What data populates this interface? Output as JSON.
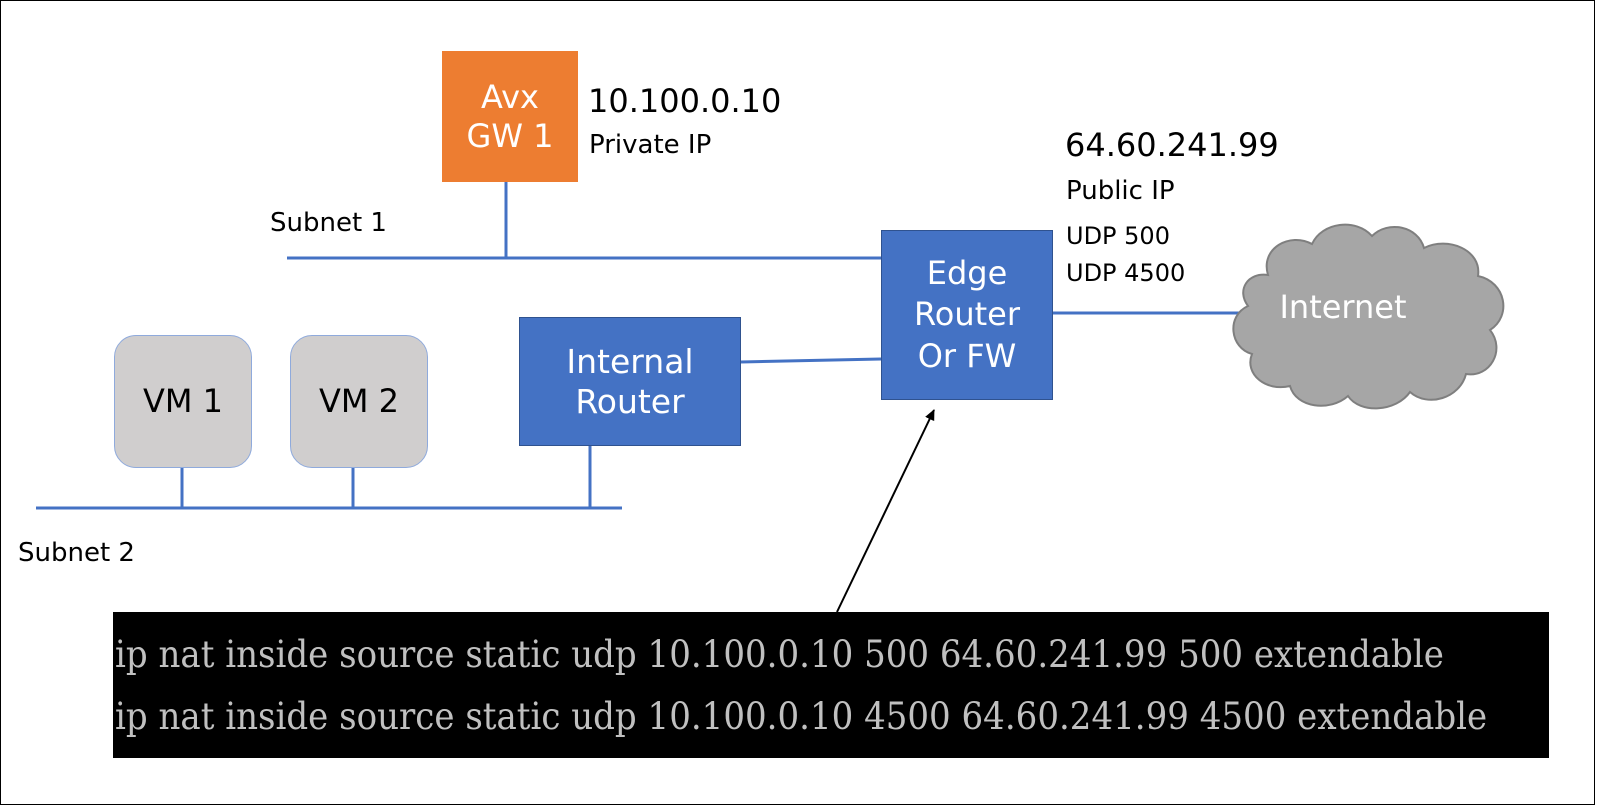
{
  "nodes": {
    "avx_gw": {
      "line1": "Avx",
      "line2": "GW 1"
    },
    "internal_router": {
      "line1": "Internal",
      "line2": "Router"
    },
    "edge_router": {
      "line1": "Edge",
      "line2": "Router",
      "line3": "Or FW"
    },
    "vm1": {
      "label": "VM 1"
    },
    "vm2": {
      "label": "VM 2"
    },
    "internet": {
      "label": "Internet"
    }
  },
  "labels": {
    "avx_ip": "10.100.0.10",
    "avx_ip_type": "Private IP",
    "edge_ip": "64.60.241.99",
    "edge_ip_type": "Public IP",
    "edge_port1": "UDP 500",
    "edge_port2": "UDP 4500",
    "subnet1": "Subnet 1",
    "subnet2": "Subnet 2"
  },
  "terminal": {
    "lines": [
      "ip nat inside source static udp 10.100.0.10 500 64.60.241.99 500 extendable",
      "ip nat inside source static udp 10.100.0.10 4500 64.60.241.99 4500 extendable"
    ]
  },
  "colors": {
    "gateway": "#ed7d31",
    "router": "#4472c4",
    "vm": "#d0cece",
    "cloud": "#a6a6a6",
    "link": "#4472c4",
    "terminal_bg": "#000000"
  }
}
